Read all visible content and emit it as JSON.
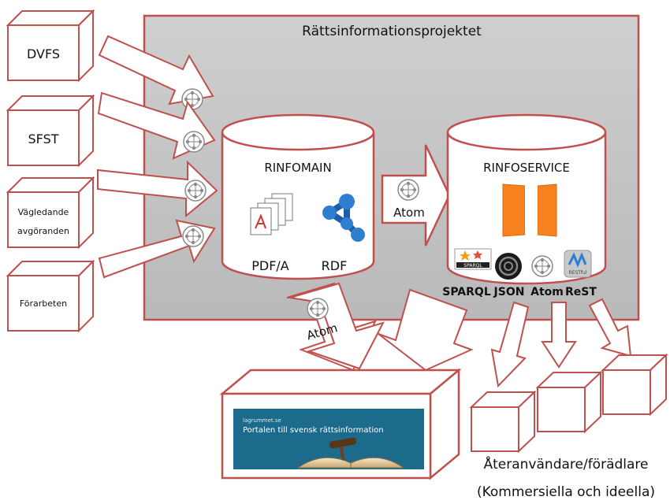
{
  "project": {
    "title": "Rättsinformationsprojektet"
  },
  "sources": [
    {
      "label": "DVFS"
    },
    {
      "label": "SFST"
    },
    {
      "label_line1": "Vägledande",
      "label_line2": "avgöranden"
    },
    {
      "label": "Förarbeten"
    }
  ],
  "rinfomain": {
    "title": "RINFOMAIN",
    "pdf_label": "PDF/A",
    "rdf_label": "RDF"
  },
  "rinfoservice": {
    "title": "RINFOSERVICE",
    "formats": [
      "SPARQL",
      "JSON",
      "Atom",
      "ReST"
    ],
    "sparql_logo_text": "SPARQL",
    "restful_logo_text": "RESTful"
  },
  "arrows": {
    "atom_label": "Atom",
    "atom_label_bottom": "Atom"
  },
  "portal": {
    "site": "lagrummet.se",
    "tagline": "Portalen till svensk rättsinformation"
  },
  "reusers": {
    "line1": "Återanvändare/förädlare",
    "line2": "(Kommersiella och ideella)"
  },
  "colors": {
    "outline": "#c0504d",
    "panel": "#c8c8c8",
    "orange": "#f7811e",
    "portal_blue": "#1c6a8c",
    "atom_icon": "#8a8a8a"
  }
}
